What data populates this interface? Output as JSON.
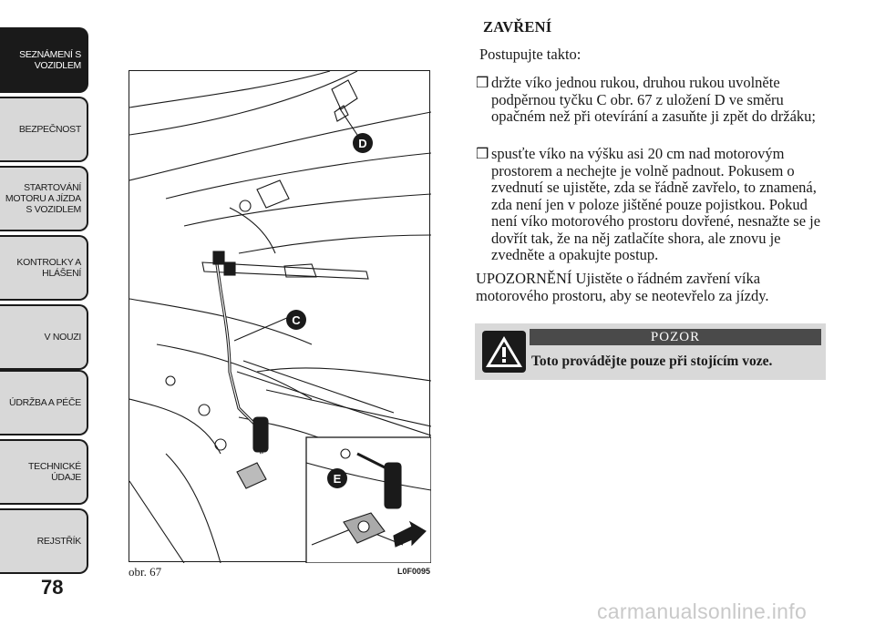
{
  "side_tabs": [
    {
      "label": "SEZNÁMENÍ S\nVOZIDLEM",
      "active": true
    },
    {
      "label": "BEZPEČNOST",
      "active": false
    },
    {
      "label": "STARTOVÁNÍ\nMOTORU A JÍZDA\nS VOZIDLEM",
      "active": false
    },
    {
      "label": "KONTROLKY A\nHLÁŠENÍ",
      "active": false
    },
    {
      "label": "V NOUZI",
      "active": false
    },
    {
      "label": "ÚDRŽBA A PÉČE",
      "active": false
    },
    {
      "label": "TECHNICKÉ\nÚDAJE",
      "active": false
    },
    {
      "label": "REJSTŘÍK",
      "active": false
    }
  ],
  "page_number": "78",
  "figure": {
    "caption": "obr. 67",
    "code": "L0F0095",
    "markers": [
      "D",
      "C",
      "E"
    ]
  },
  "content": {
    "heading": "ZAVŘENÍ",
    "intro": "Postupujte takto:",
    "bullet_symbol": "❒",
    "bullets": [
      "držte víko jednou rukou, druhou rukou uvolněte podpěrnou tyčku C obr. 67 z uložení D ve směru opačném než při otevírání a zasuňte ji zpět do držáku;",
      "spusťte víko na výšku asi 20 cm nad motorovým prostorem a nechejte je volně padnout. Pokusem o zvednutí se ujistěte, zda se řádně zavřelo, to znamená, zda není jen v poloze jištěné pouze pojistkou. Pokud není víko motorového prostoru dovřené, nesnažte se je dovřít tak, že na něj zatlačíte shora, ale znovu je zvedněte a opakujte postup."
    ],
    "note": "UPOZORNĚNÍ Ujistěte o řádném zavření víka motorového prostoru, aby se neotevřelo za jízdy."
  },
  "warning": {
    "title": "POZOR",
    "text": "Toto provádějte pouze při stojícím voze.",
    "icon": "warning-triangle-icon"
  },
  "watermark": "carmanualsonline.info",
  "colors": {
    "tab_bg": "#d8d8d8",
    "tab_active": "#1a1a1a",
    "warn_bg": "#d9d9d9",
    "warn_title_bg": "#4a4a4a"
  }
}
